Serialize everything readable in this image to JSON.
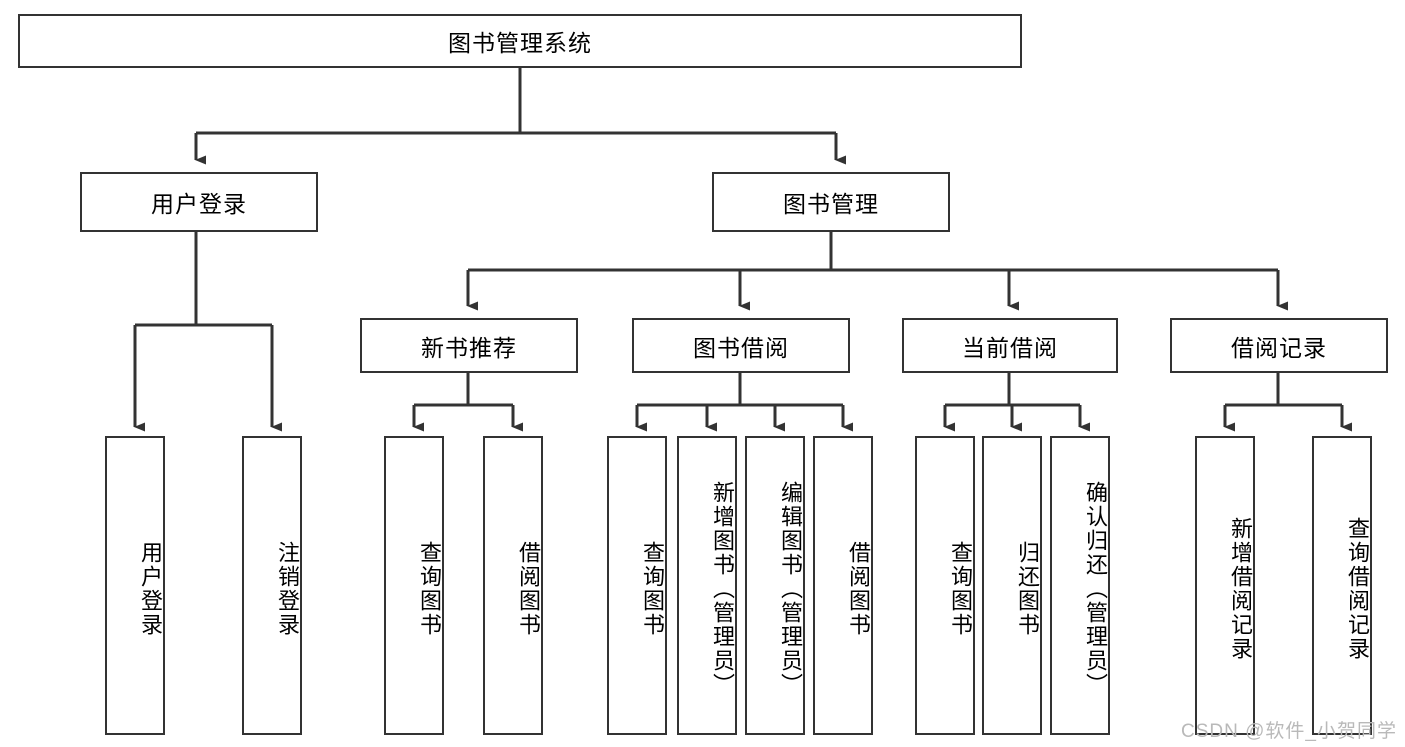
{
  "diagram": {
    "title": "图书管理系统",
    "type": "tree",
    "watermark": "CSDN @软件_小贺同学",
    "theme": {
      "background": "#ffffff",
      "border": "#333333",
      "text": "#000000",
      "watermark_color": "#b9b9b9"
    },
    "nodes": {
      "root": {
        "label": "图书管理系统",
        "orientation": "horizontal"
      },
      "user_login": {
        "label": "用户登录",
        "orientation": "horizontal"
      },
      "book_manage": {
        "label": "图书管理",
        "orientation": "horizontal"
      },
      "new_book_rec": {
        "label": "新书推荐",
        "orientation": "horizontal"
      },
      "book_borrow": {
        "label": "图书借阅",
        "orientation": "horizontal"
      },
      "current_borrow": {
        "label": "当前借阅",
        "orientation": "horizontal"
      },
      "borrow_record": {
        "label": "借阅记录",
        "orientation": "horizontal"
      },
      "leaf_user_login": {
        "label": "用户登录",
        "orientation": "vertical"
      },
      "leaf_logout": {
        "label": "注销登录",
        "orientation": "vertical"
      },
      "leaf_query_book_1": {
        "label": "查询图书",
        "orientation": "vertical"
      },
      "leaf_borrow_book_1": {
        "label": "借阅图书",
        "orientation": "vertical"
      },
      "leaf_query_book_2": {
        "label": "查询图书",
        "orientation": "vertical"
      },
      "leaf_add_book": {
        "label": "新增图书（管理员）",
        "orientation": "vertical"
      },
      "leaf_edit_book": {
        "label": "编辑图书（管理员）",
        "orientation": "vertical"
      },
      "leaf_borrow_book_2": {
        "label": "借阅图书",
        "orientation": "vertical"
      },
      "leaf_query_book_3": {
        "label": "查询图书",
        "orientation": "vertical"
      },
      "leaf_return_book": {
        "label": "归还图书",
        "orientation": "vertical"
      },
      "leaf_confirm_return": {
        "label": "确认归还（管理员）",
        "orientation": "vertical"
      },
      "leaf_add_record": {
        "label": "新增借阅记录",
        "orientation": "vertical"
      },
      "leaf_query_record": {
        "label": "查询借阅记录",
        "orientation": "vertical"
      }
    },
    "hierarchy": {
      "图书管理系统": {
        "用户登录": [
          "用户登录",
          "注销登录"
        ],
        "图书管理": {
          "新书推荐": [
            "查询图书",
            "借阅图书"
          ],
          "图书借阅": [
            "查询图书",
            "新增图书（管理员）",
            "编辑图书（管理员）",
            "借阅图书"
          ],
          "当前借阅": [
            "查询图书",
            "归还图书",
            "确认归还（管理员）"
          ],
          "借阅记录": [
            "新增借阅记录",
            "查询借阅记录"
          ]
        }
      }
    }
  }
}
